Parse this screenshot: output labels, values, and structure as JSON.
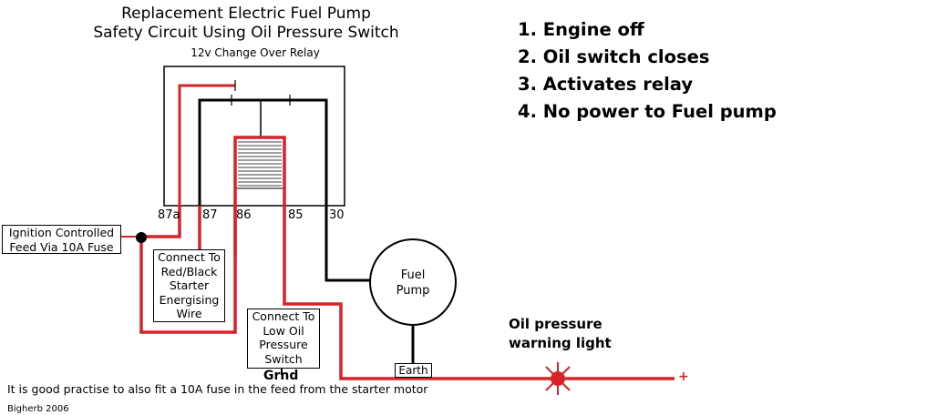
{
  "title": {
    "line1": "Replacement Electric Fuel Pump",
    "line2": "Safety Circuit Using Oil Pressure Switch"
  },
  "relay": {
    "caption": "12v Change Over Relay",
    "pins": [
      "87a",
      "87",
      "86",
      "85",
      "30"
    ]
  },
  "labels": {
    "ignition": [
      "Ignition Controlled",
      "Feed Via 10A Fuse"
    ],
    "starter": [
      "Connect To",
      "Red/Black",
      "Starter",
      "Energising",
      "Wire"
    ],
    "oil_switch": [
      "Connect To",
      "Low Oil",
      "Pressure",
      "Switch"
    ],
    "grnd": "Grnd",
    "earth": "Earth",
    "fuel_pump": [
      "Fuel",
      "Pump"
    ],
    "warning_light": [
      "Oil pressure",
      "warning light"
    ],
    "plus": "+"
  },
  "steps": [
    "1. Engine off",
    "2. Oil switch closes",
    "3. Activates relay",
    "4. No power to Fuel pump"
  ],
  "footer": "It is good practise to also fit a 10A fuse in the feed from the starter motor",
  "credit": "Bigherb 2006",
  "colors": {
    "wire_red": "#d6232a",
    "wire_black": "#000000"
  }
}
